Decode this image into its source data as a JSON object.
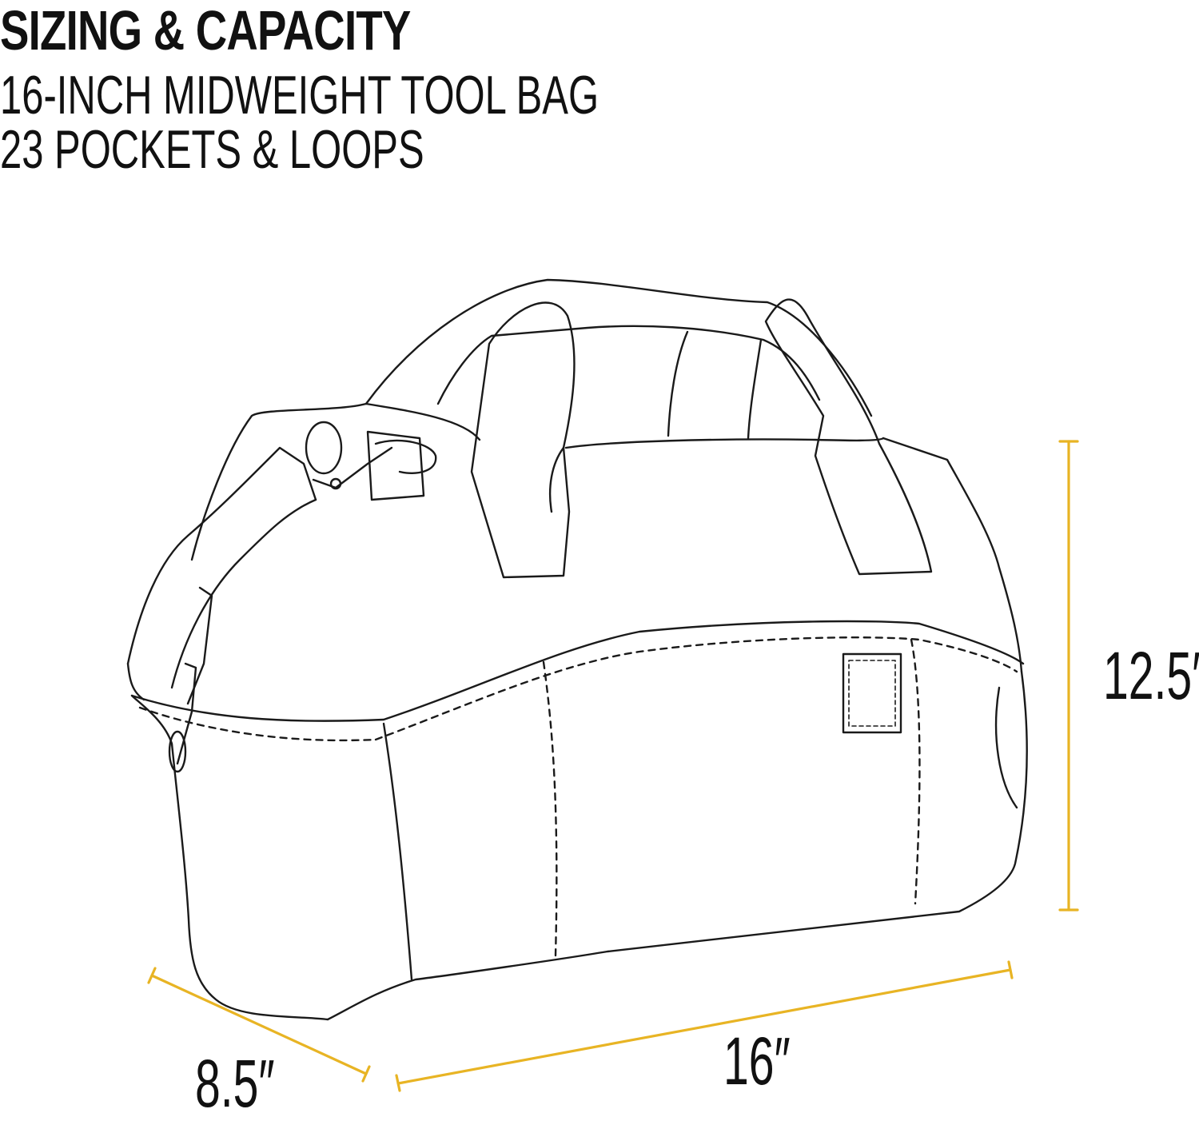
{
  "header": {
    "title": "SIZING & CAPACITY",
    "line1": "16-INCH MIDWEIGHT TOOL BAG",
    "line2": "23 POCKETS & LOOPS"
  },
  "dimensions": {
    "height": "12.5″",
    "length": "16″",
    "depth": "8.5″"
  },
  "colors": {
    "dimension_line": "#e8b424",
    "outline": "#1a1a1a",
    "background": "#ffffff"
  },
  "illustration": {
    "icons": [
      "tool-bag-outline",
      "shoulder-strap",
      "snap-hook",
      "handle",
      "label-patch"
    ]
  }
}
